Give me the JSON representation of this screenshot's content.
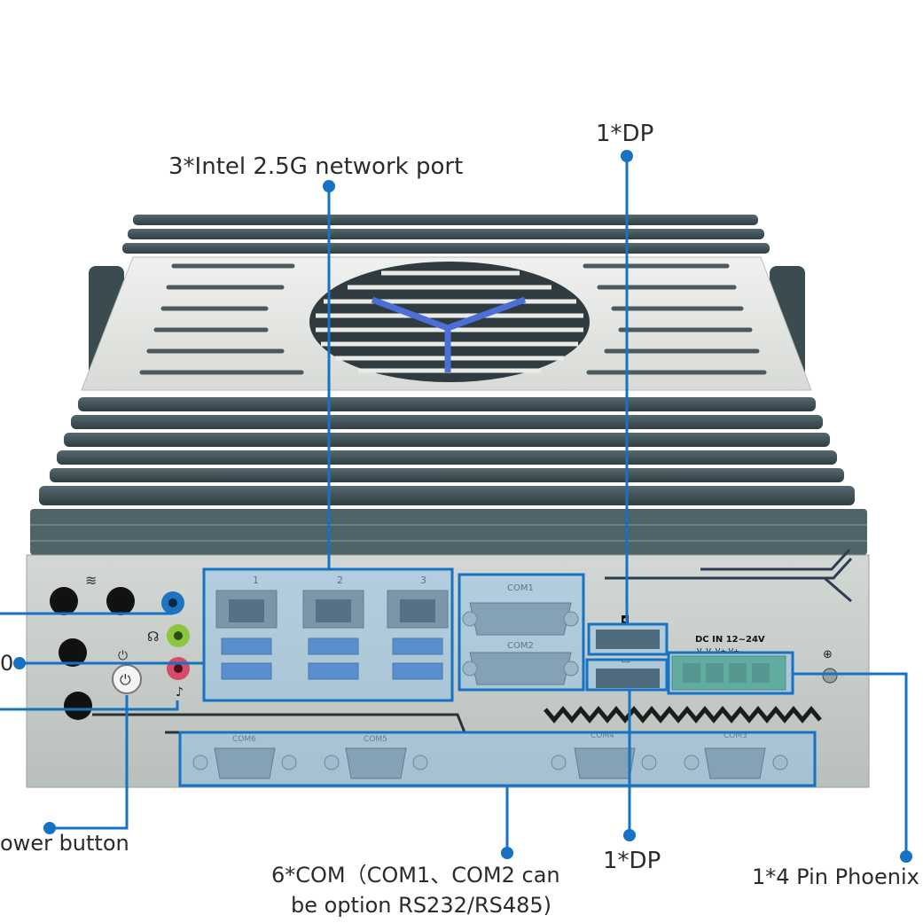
{
  "labels": {
    "network": "3*Intel 2.5G network port",
    "dp_top": "1*DP",
    "dp_bottom": "1*DP",
    "power": "ower button",
    "com_line1": "6*COM（COM1、COM2 can",
    "com_line2": "be option RS232/RS485)",
    "phoenix": "1*4 Pin Phoenix",
    "left_partial": "0"
  },
  "device_markings": {
    "com1": "COM1",
    "com2": "COM2",
    "com3": "COM3",
    "com4": "COM4",
    "com5": "COM5",
    "com6": "COM6",
    "dc_in": "DC IN 12~24V",
    "pins": "V-  V-  V+  V+",
    "lan1": "1",
    "lan2": "2",
    "lan3": "3"
  },
  "colors": {
    "callout_line": "#1672c2",
    "highlight": "#8fc3ea",
    "heatsink": "#3f5358",
    "top_plate": "#e4e6e3",
    "front_panel": "#c6ccc7"
  }
}
